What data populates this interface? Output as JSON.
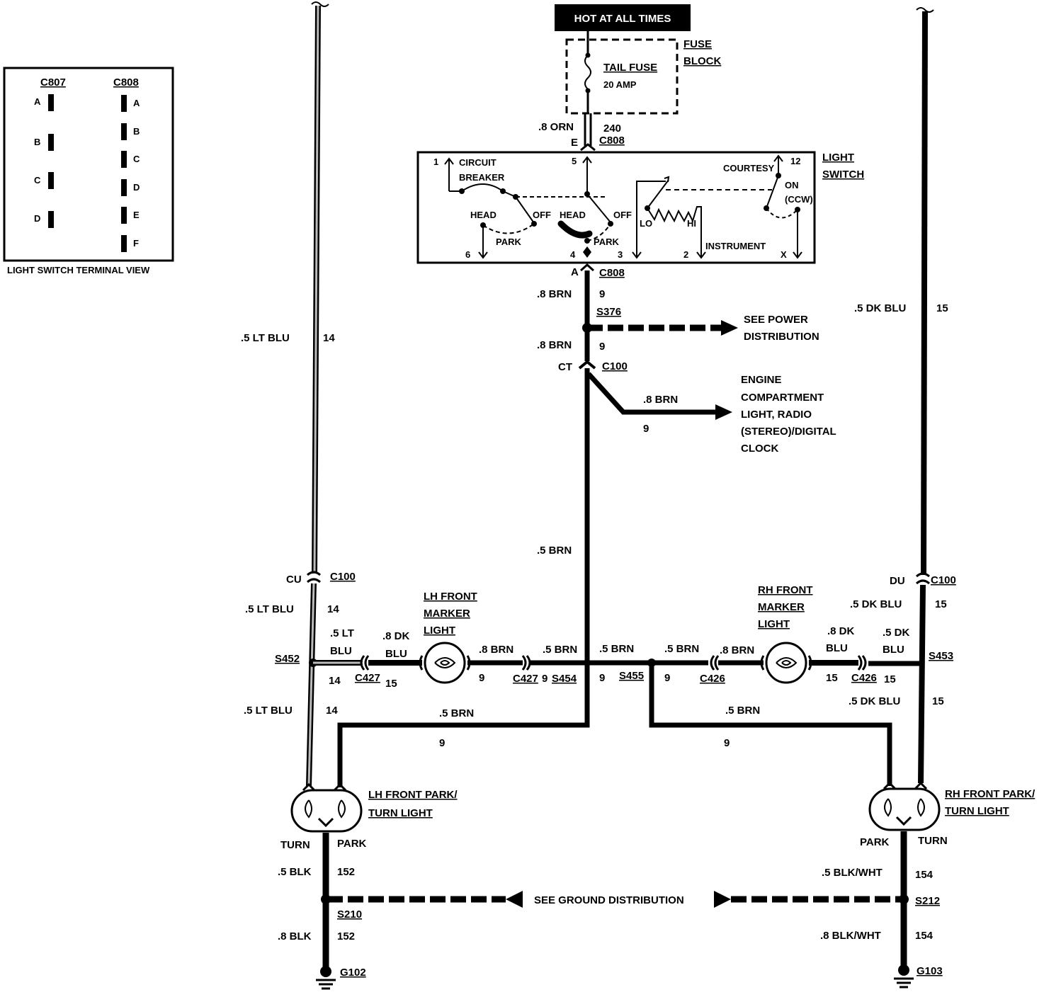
{
  "hot_label": "HOT AT ALL TIMES",
  "fuse_block": {
    "title_line1": "FUSE",
    "title_line2": "BLOCK",
    "fuse_name": "TAIL FUSE",
    "fuse_rating": "20 AMP"
  },
  "feed": {
    "wire": ".8 ORN",
    "circuit": "240",
    "pin": "E",
    "connector": "C808"
  },
  "light_switch": {
    "title_line1": "LIGHT",
    "title_line2": "SWITCH",
    "circuit_breaker_line1": "CIRCUIT",
    "circuit_breaker_line2": "BREAKER",
    "head_left": "HEAD",
    "off_left": "OFF",
    "park_left": "PARK",
    "head_mid": "HEAD",
    "off_mid": "OFF",
    "park_mid": "PARK",
    "courtesy": "COURTESY",
    "on": "ON",
    "ccw": "(CCW)",
    "lo": "LO",
    "hi": "HI",
    "instrument": "INSTRUMENT",
    "terminals": {
      "t1": "1",
      "t5": "5",
      "t12": "12",
      "t6": "6",
      "t4": "4",
      "t3": "3",
      "t2": "2",
      "tx": "X"
    }
  },
  "terminal_view": {
    "title": "LIGHT SWITCH TERMINAL VIEW",
    "c807": {
      "name": "C807",
      "pins": [
        "A",
        "B",
        "C",
        "D"
      ]
    },
    "c808": {
      "name": "C808",
      "pins": [
        "A",
        "B",
        "C",
        "D",
        "E",
        "F"
      ]
    }
  },
  "center_feed": {
    "pin_a": "A",
    "connector_c808": "C808",
    "wire1": ".8 BRN",
    "circuit1": "9",
    "splice": "S376",
    "see_power_line1": "SEE POWER",
    "see_power_line2": "DISTRIBUTION",
    "wire2": ".8 BRN",
    "circuit2": "9",
    "pin_ct": "CT",
    "connector_c100": "C100",
    "branch_wire": ".8 BRN",
    "branch_circuit": "9",
    "engine_lines": [
      "ENGINE",
      "COMPARTMENT",
      "LIGHT, RADIO",
      "(STEREO)/DIGITAL",
      "CLOCK"
    ],
    "wire3": ".5 BRN"
  },
  "left_feed": {
    "wire_top": ".5 LT BLU",
    "circuit_top": "14",
    "pin": "CU",
    "connector": "C100",
    "wire_mid": ".5 LT BLU",
    "circuit_mid": "14",
    "splice": "S452",
    "wire_bot": ".5 LT BLU",
    "circuit_bot": "14"
  },
  "right_feed": {
    "wire_top": ".5 DK BLU",
    "circuit_top": "15",
    "pin": "DU",
    "connector": "C100",
    "wire_mid": ".5 DK BLU",
    "circuit_mid": "15",
    "splice": "S453",
    "wire_bot": ".5 DK BLU",
    "circuit_bot": "15"
  },
  "lh_marker": {
    "title_lines": [
      "LH FRONT",
      "MARKER",
      "LIGHT"
    ],
    "in_wire_line1": ".5 LT",
    "in_wire_line2": "BLU",
    "in_circuit": "14",
    "connector_in": "C427",
    "dk_wire_line1": ".8 DK",
    "dk_wire_line2": "BLU",
    "dk_circuit": "15",
    "out_wire": ".8 BRN",
    "out_circuit": "9",
    "connector_out": "C427",
    "s454_circuit": "9",
    "splice": "S454",
    "center_wire": ".5 BRN",
    "center_circuit": "9"
  },
  "rh_marker": {
    "title_lines": [
      "RH FRONT",
      "MARKER",
      "LIGHT"
    ],
    "s455_wire": ".5 BRN",
    "splice": "S455",
    "w1": ".5 BRN",
    "c1": "9",
    "connector_in": "C426",
    "w2": ".8 BRN",
    "out_wire_line1": ".8 DK",
    "out_wire_line2": "BLU",
    "out_circuit": "15",
    "connector_out": "C426",
    "dk_wire_line1": ".5 DK",
    "dk_wire_line2": "BLU",
    "dk_circuit": "15"
  },
  "lower_runs": {
    "left_wire": ".5 BRN",
    "left_circuit": "9",
    "right_wire": ".5 BRN",
    "right_circuit": "9"
  },
  "lh_park": {
    "title_line1": "LH FRONT PARK/",
    "title_line2": "TURN LIGHT",
    "turn": "TURN",
    "park": "PARK",
    "wire1": ".5 BLK",
    "circuit1": "152",
    "splice": "S210",
    "wire2": ".8 BLK",
    "circuit2": "152",
    "ground": "G102"
  },
  "rh_park": {
    "title_line1": "RH FRONT PARK/",
    "title_line2": "TURN LIGHT",
    "park": "PARK",
    "turn": "TURN",
    "wire1": ".5 BLK/WHT",
    "circuit1": "154",
    "splice": "S212",
    "wire2": ".8 BLK/WHT",
    "circuit2": "154",
    "ground": "G103"
  },
  "ground_dist": "SEE GROUND DISTRIBUTION"
}
